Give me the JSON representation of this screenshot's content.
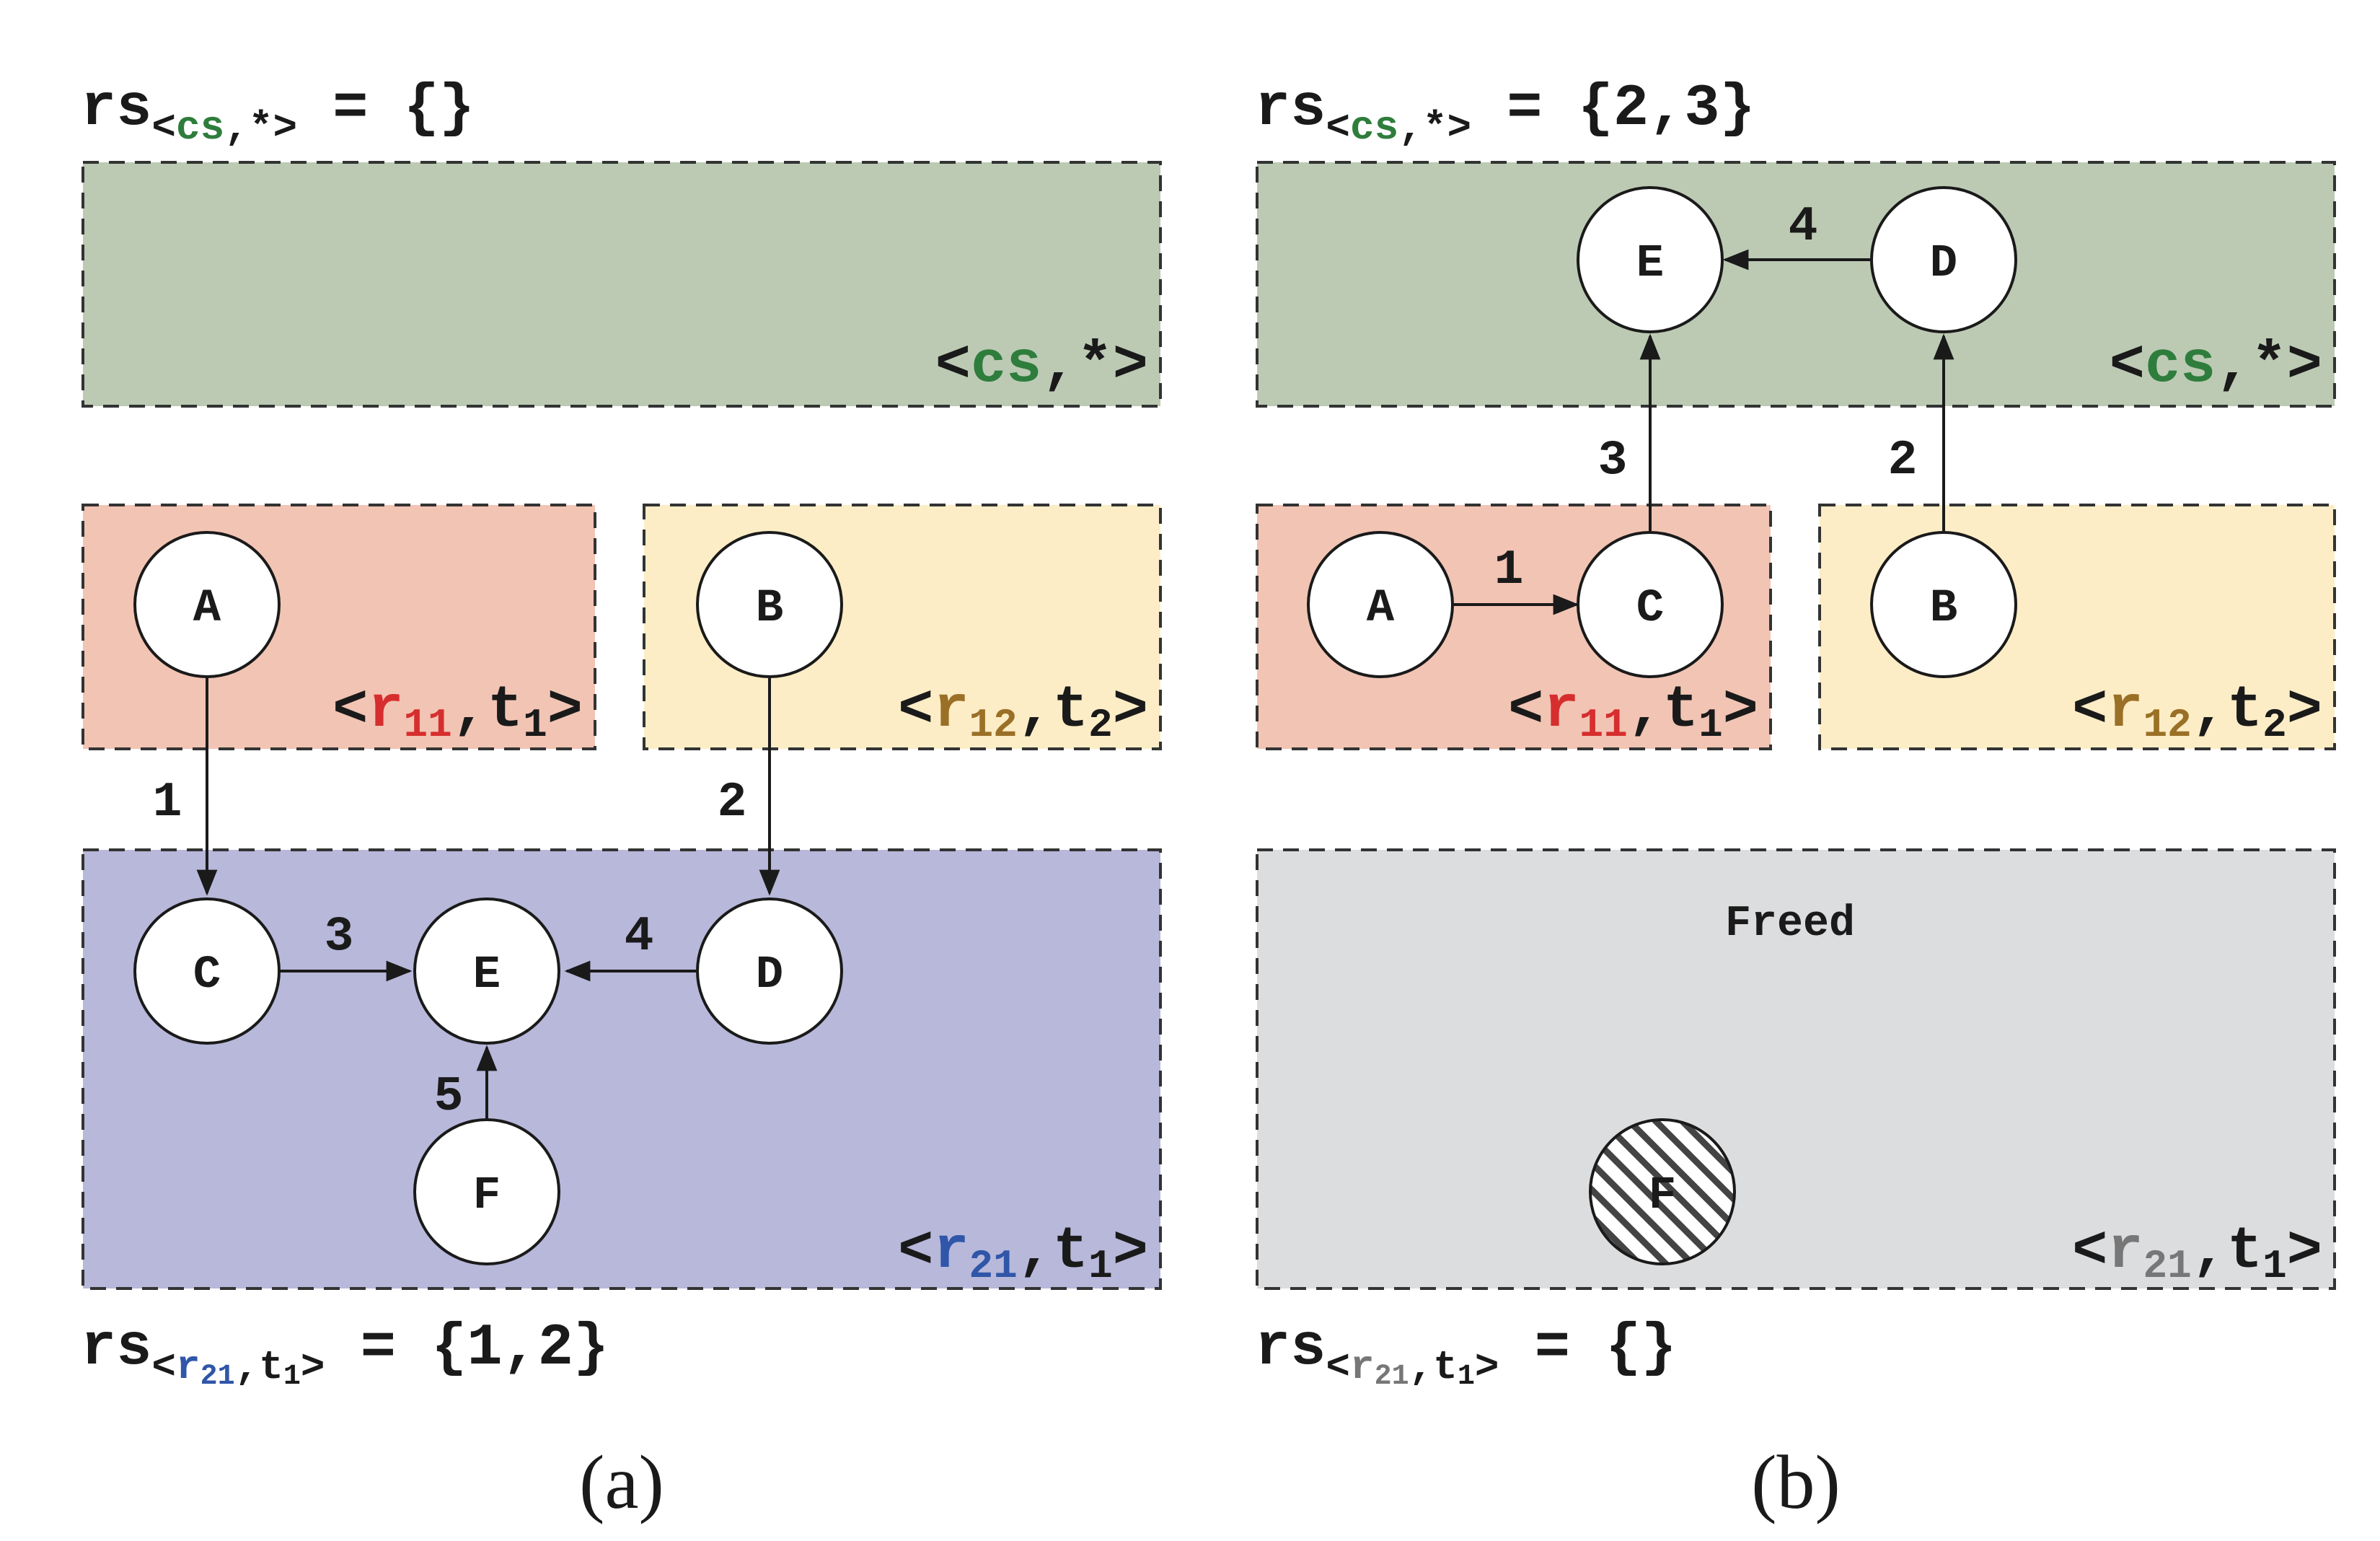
{
  "colors": {
    "cs_region": "#bccab4",
    "r11_region": "#f2c4b4",
    "r12_region": "#fdedc6",
    "r21_region": "#b7b8da",
    "freed_region": "#dcdddf",
    "cs_text": "#2e7d3c",
    "r11_text": "#d62e2e",
    "r12_text": "#9a7027",
    "r21_text": "#2f56a8",
    "freed_text": "#777777",
    "ink": "#1a1a1a"
  },
  "panels": {
    "a": {
      "caption": "(a)",
      "rs_top": {
        "prefix": "rs",
        "sub_open": "<",
        "sub_key": "cs",
        "sub_rest": ",*>",
        "value": " = {}"
      },
      "rs_bottom": {
        "prefix": "rs",
        "sub_open": "<",
        "sub_key": "r",
        "sub_key_index": "21",
        "sub_mid": ",t",
        "sub_mid_index": "1",
        "sub_close": ">",
        "value": " = {1,2}"
      },
      "regions": {
        "cs": {
          "open": "<",
          "key": "cs",
          "rest": ",*>"
        },
        "r11": {
          "open": "<",
          "key": "r",
          "key_index": "11",
          "mid": ",t",
          "mid_index": "1",
          "close": ">"
        },
        "r12": {
          "open": "<",
          "key": "r",
          "key_index": "12",
          "mid": ",t",
          "mid_index": "2",
          "close": ">"
        },
        "r21": {
          "open": "<",
          "key": "r",
          "key_index": "21",
          "mid": ",t",
          "mid_index": "1",
          "close": ">"
        }
      },
      "nodes": {
        "A": "A",
        "B": "B",
        "C": "C",
        "D": "D",
        "E": "E",
        "F": "F"
      },
      "edges": {
        "e1": "1",
        "e2": "2",
        "e3": "3",
        "e4": "4",
        "e5": "5"
      }
    },
    "b": {
      "caption": "(b)",
      "rs_top": {
        "prefix": "rs",
        "sub_open": "<",
        "sub_key": "cs",
        "sub_rest": ",*>",
        "value": " = {2,3}"
      },
      "rs_bottom": {
        "prefix": "rs",
        "sub_open": "<",
        "sub_key": "r",
        "sub_key_index": "21",
        "sub_mid": ",t",
        "sub_mid_index": "1",
        "sub_close": ">",
        "value": " = {}"
      },
      "regions": {
        "cs": {
          "open": "<",
          "key": "cs",
          "rest": ",*>"
        },
        "r11": {
          "open": "<",
          "key": "r",
          "key_index": "11",
          "mid": ",t",
          "mid_index": "1",
          "close": ">"
        },
        "r12": {
          "open": "<",
          "key": "r",
          "key_index": "12",
          "mid": ",t",
          "mid_index": "2",
          "close": ">"
        },
        "r21": {
          "open": "<",
          "key": "r",
          "key_index": "21",
          "mid": ",t",
          "mid_index": "1",
          "close": ">"
        },
        "freed_label": "Freed"
      },
      "nodes": {
        "A": "A",
        "B": "B",
        "C": "C",
        "D": "D",
        "E": "E",
        "F": "F"
      },
      "edges": {
        "e1": "1",
        "e2": "2",
        "e3": "3",
        "e4": "4"
      }
    }
  }
}
